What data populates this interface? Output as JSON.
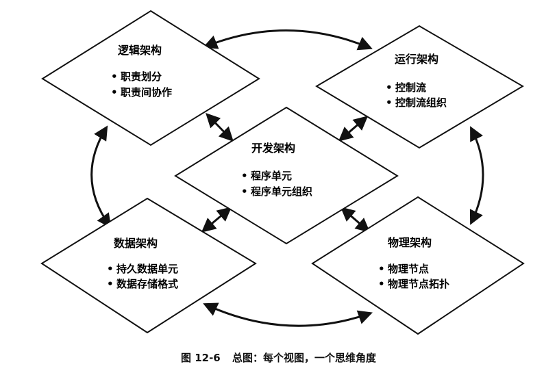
{
  "nodes": [
    {
      "id": "logical",
      "title": "逻辑架构",
      "items": [
        "职责划分",
        "职责间协作"
      ]
    },
    {
      "id": "runtime",
      "title": "运行架构",
      "items": [
        "控制流",
        "控制流组织"
      ]
    },
    {
      "id": "development",
      "title": "开发架构",
      "items": [
        "程序单元",
        "程序单元组织"
      ]
    },
    {
      "id": "data",
      "title": "数据架构",
      "items": [
        "持久数据单元",
        "数据存储格式"
      ]
    },
    {
      "id": "physical",
      "title": "物理架构",
      "items": [
        "物理节点",
        "物理节点拓扑"
      ]
    }
  ],
  "bullet": "•",
  "caption": {
    "figure_no": "图 12-6",
    "text": "总图：每个视图，一个思维角度"
  }
}
